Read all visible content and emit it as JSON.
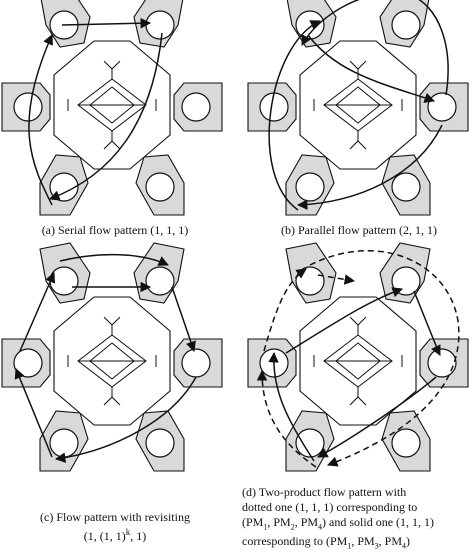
{
  "panels": [
    {
      "id": "a",
      "caption_lines": [
        "(a) Serial flow pattern (1, 1, 1)"
      ]
    },
    {
      "id": "b",
      "caption_lines": [
        "(b) Parallel flow pattern (2, 1, 1)"
      ]
    },
    {
      "id": "c",
      "caption_lines": [
        "(c) Flow pattern with revisiting",
        "(1, (1, 1)",
        "k",
        ", 1)"
      ]
    },
    {
      "id": "d",
      "caption_lines": [
        "(d) Two-product flow pattern with",
        "dotted one (1, 1, 1) corresponding to",
        "(PM",
        "1",
        ", PM",
        "2",
        ", PM",
        "4",
        ") and solid one (1, 1, 1)",
        "corresponding to (PM",
        "1",
        ", PM",
        "3",
        ", PM",
        "4",
        ")"
      ]
    }
  ],
  "colors": {
    "tool_fill": "#d9d9d9",
    "stroke": "#111111",
    "background": "#ffffff"
  }
}
